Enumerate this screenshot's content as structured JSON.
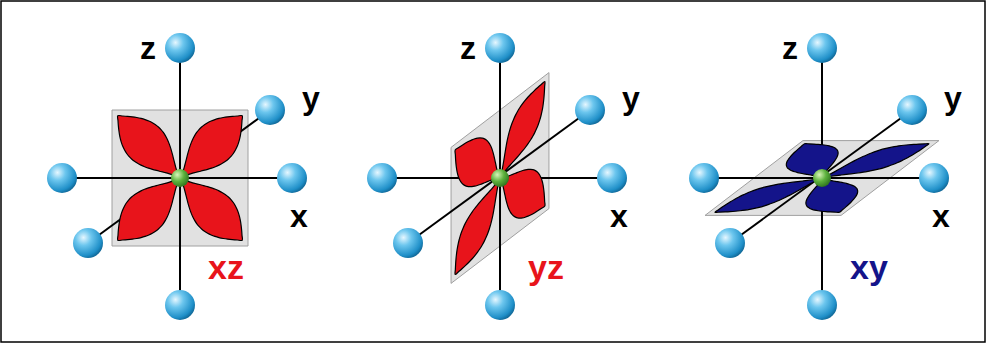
{
  "diagram": {
    "labels": [
      "z",
      "y",
      "x",
      "xz",
      "z",
      "y",
      "x",
      "yz",
      "z",
      "y",
      "x",
      "xy"
    ]
  }
}
